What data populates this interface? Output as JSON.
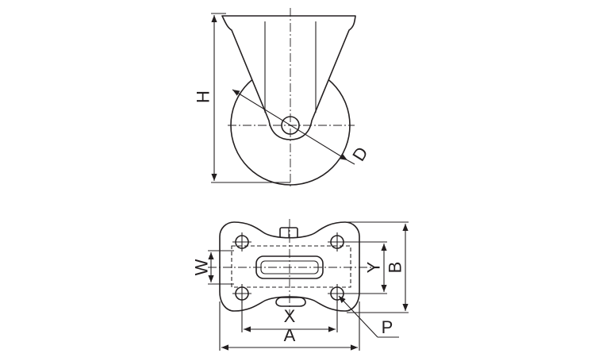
{
  "side_view": {
    "labels": {
      "height": "H",
      "diameter": "D"
    }
  },
  "plan_view": {
    "labels": {
      "width": "W",
      "hole_spacing_y": "Y",
      "plate_b": "B",
      "hole_spacing_x": "X",
      "plate_a": "A",
      "bolt_hole": "P"
    }
  }
}
